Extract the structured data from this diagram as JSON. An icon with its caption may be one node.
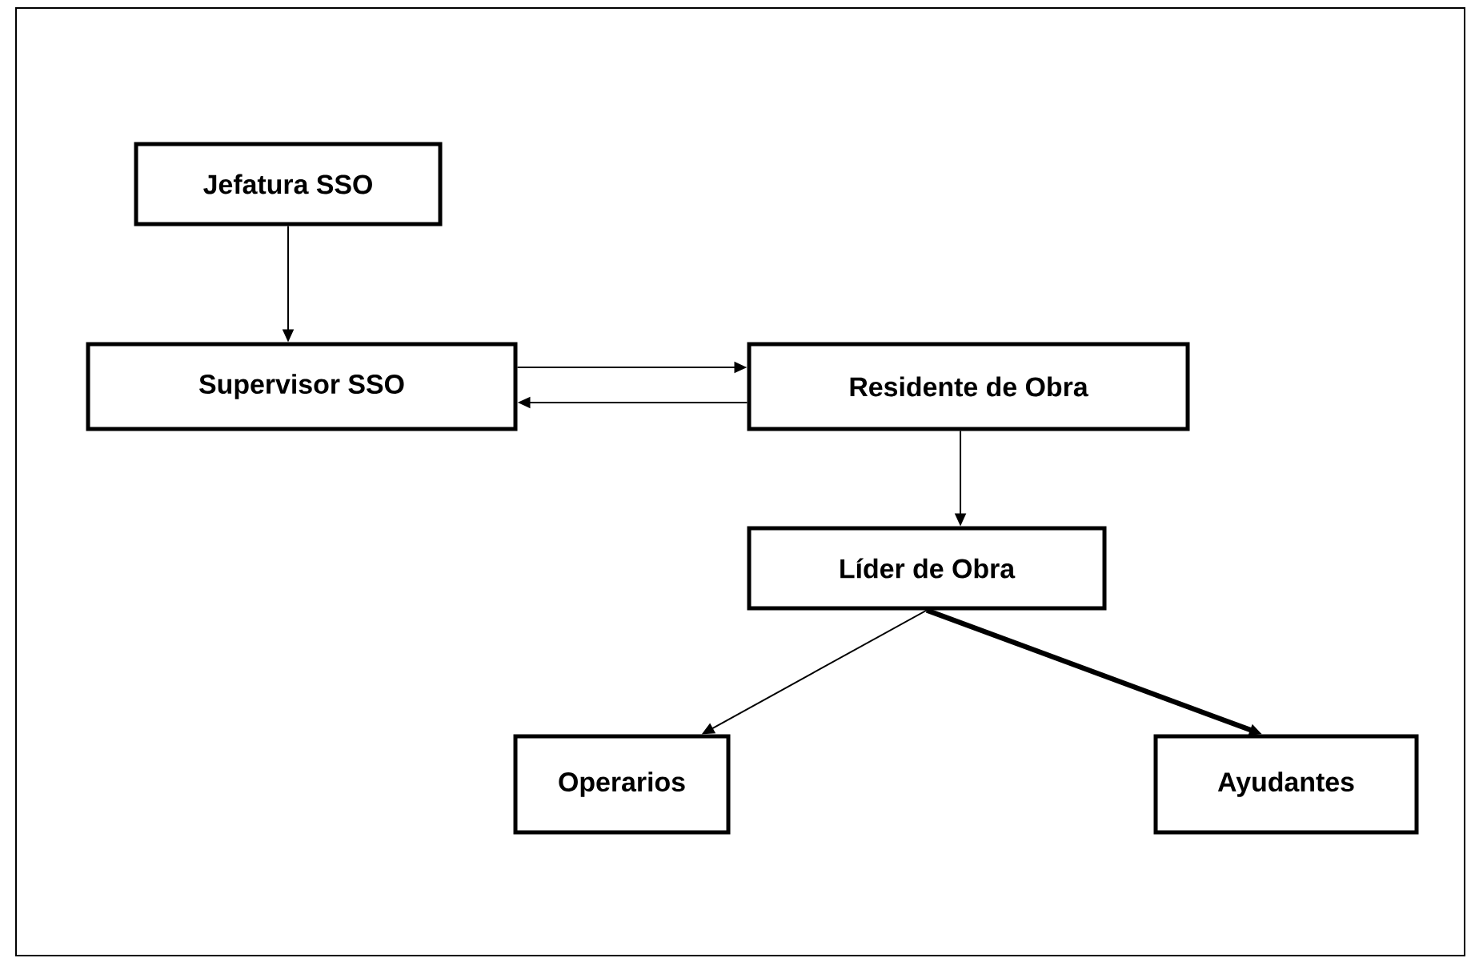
{
  "diagram": {
    "nodes": [
      {
        "text": [
          "Jefatura SSO"
        ]
      },
      {
        "text": [
          "Supervisor SSO"
        ]
      },
      {
        "text": [
          "Residente de Obra"
        ]
      },
      {
        "text": [
          "Líder de Obra"
        ]
      },
      {
        "text": [
          "Operarios"
        ]
      },
      {
        "text": [
          "Ayudantes"
        ]
      }
    ],
    "edges": [
      {
        "from": 0,
        "to": 1,
        "arrow": "to"
      },
      {
        "from": 1,
        "to": 2,
        "arrow": "to"
      },
      {
        "from": 2,
        "to": 1,
        "arrow": "to"
      },
      {
        "from": 2,
        "to": 3,
        "arrow": "to"
      },
      {
        "from": 3,
        "to": 4,
        "arrow": "to"
      },
      {
        "from": 3,
        "to": 5,
        "arrow": "to",
        "style": "thick"
      }
    ]
  }
}
